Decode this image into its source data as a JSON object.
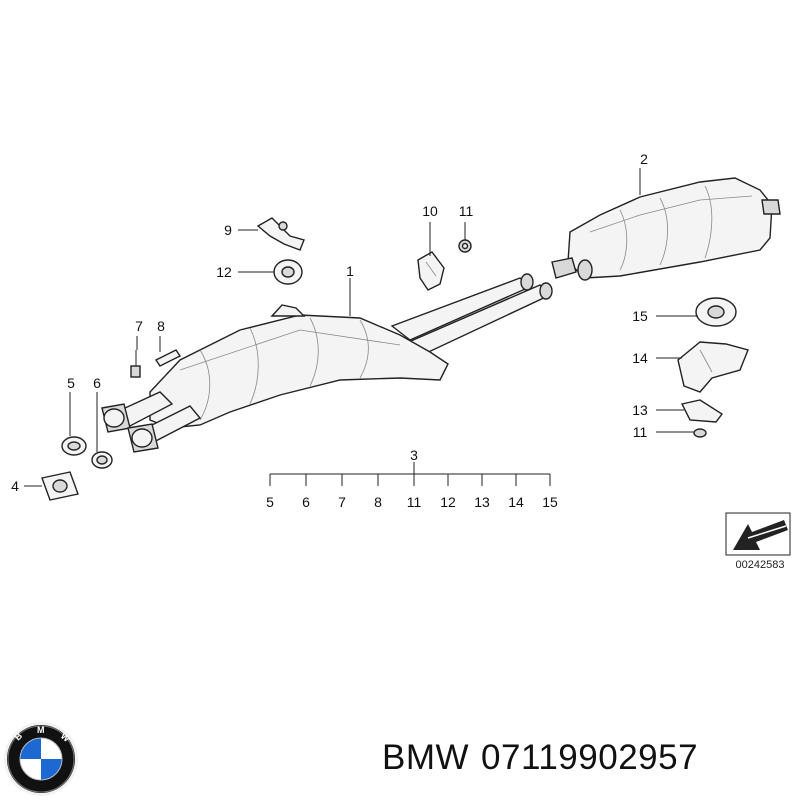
{
  "diagram": {
    "callouts": {
      "c1": "1",
      "c2": "2",
      "c3": "3",
      "c4": "4",
      "c5": "5",
      "c6": "6",
      "c7": "7",
      "c8": "8",
      "c9": "9",
      "c10": "10",
      "c11a": "11",
      "c11b": "11",
      "c12": "12",
      "c13": "13",
      "c14": "14",
      "c15": "15"
    },
    "kit_items": [
      "5",
      "6",
      "7",
      "8",
      "11",
      "12",
      "13",
      "14",
      "15"
    ],
    "diagram_code": "00242583"
  },
  "caption": {
    "brand": "BMW",
    "part_number": "07119902957"
  },
  "logo": {
    "text": "BMW",
    "colors": {
      "blue": "#1c69d4",
      "white": "#ffffff",
      "ring": "#111111"
    }
  }
}
